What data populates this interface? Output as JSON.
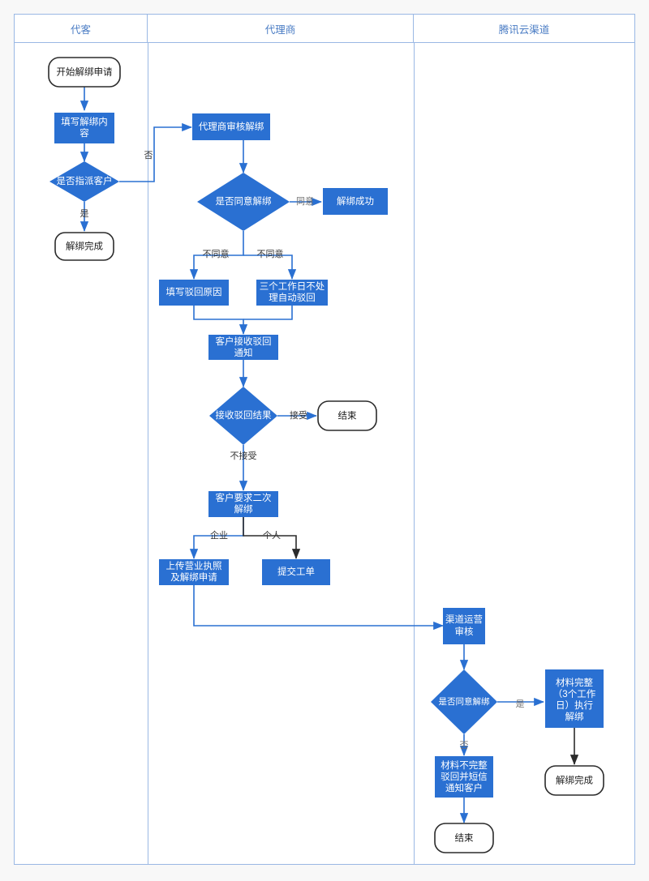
{
  "diagram": {
    "title_lanes": [
      "代客",
      "代理商",
      "腾讯云渠道"
    ],
    "colors": {
      "process_fill": "#2a70d2",
      "decision_fill": "#2a70d2",
      "terminal_stroke": "#2b2b2b",
      "terminal_fill": "#ffffff",
      "connector": "#2a70d2",
      "connector_dark": "#2b2b2b",
      "lane_border": "#9ab8e4",
      "lane_header_text": "#4a7cc4",
      "canvas": "#ffffff",
      "page_background": "#f8f8f8"
    },
    "lanes": [
      {
        "name": "lane-daike",
        "label": "代客"
      },
      {
        "name": "lane-dailishang",
        "label": "代理商"
      },
      {
        "name": "lane-tencent",
        "label": "腾讯云渠道"
      }
    ],
    "nodes": [
      {
        "id": "start",
        "lane": 0,
        "type": "terminal",
        "lines": [
          "开始解绑申请"
        ]
      },
      {
        "id": "fill_content",
        "lane": 0,
        "type": "process",
        "lines": [
          "填写解绑内",
          "容"
        ]
      },
      {
        "id": "assign_cust",
        "lane": 0,
        "type": "decision",
        "lines": [
          "是否指派客户"
        ]
      },
      {
        "id": "unbind_done_l",
        "lane": 0,
        "type": "terminal",
        "lines": [
          "解绑完成"
        ]
      },
      {
        "id": "agent_review",
        "lane": 1,
        "type": "process",
        "lines": [
          "代理商审核解绑"
        ]
      },
      {
        "id": "agree_unbind",
        "lane": 1,
        "type": "decision",
        "lines": [
          "是否同意解绑"
        ]
      },
      {
        "id": "unbind_ok",
        "lane": 1,
        "type": "process",
        "lines": [
          "解绑成功"
        ]
      },
      {
        "id": "fill_reject",
        "lane": 1,
        "type": "process",
        "lines": [
          "填写驳回原因"
        ]
      },
      {
        "id": "auto_reject",
        "lane": 1,
        "type": "process",
        "lines": [
          "三个工作日不处",
          "理自动驳回"
        ]
      },
      {
        "id": "cust_notice",
        "lane": 1,
        "type": "process",
        "lines": [
          "客户接收驳回",
          "通知"
        ]
      },
      {
        "id": "reject_result",
        "lane": 1,
        "type": "decision",
        "lines": [
          "接收驳回结果"
        ]
      },
      {
        "id": "end_mid",
        "lane": 1,
        "type": "terminal",
        "lines": [
          "结束"
        ]
      },
      {
        "id": "second_req",
        "lane": 1,
        "type": "process",
        "lines": [
          "客户要求二次",
          "解绑"
        ]
      },
      {
        "id": "upload_lic",
        "lane": 1,
        "type": "process",
        "lines": [
          "上传营业执照",
          "及解绑申请"
        ]
      },
      {
        "id": "submit_ticket",
        "lane": 1,
        "type": "process",
        "lines": [
          "提交工单"
        ]
      },
      {
        "id": "channel_rev",
        "lane": 2,
        "type": "process",
        "lines": [
          "渠道运营",
          "审核"
        ]
      },
      {
        "id": "agree_unbind2",
        "lane": 2,
        "type": "decision",
        "lines": [
          "是否同意解绑"
        ]
      },
      {
        "id": "complete_exec",
        "lane": 2,
        "type": "process",
        "lines": [
          "材料完整",
          "（3个工作",
          "日）执行",
          "解绑"
        ]
      },
      {
        "id": "incomplete",
        "lane": 2,
        "type": "process",
        "lines": [
          "材料不完整",
          "驳回并短信",
          "通知客户"
        ]
      },
      {
        "id": "unbind_done_r",
        "lane": 2,
        "type": "terminal",
        "lines": [
          "解绑完成"
        ]
      },
      {
        "id": "end_right",
        "lane": 2,
        "type": "terminal",
        "lines": [
          "结束"
        ]
      }
    ],
    "edge_labels": [
      {
        "id": "lbl_fou",
        "text": "否",
        "tone": "dark"
      },
      {
        "id": "lbl_shi",
        "text": "是",
        "tone": "dark"
      },
      {
        "id": "lbl_tongyi",
        "text": "同意",
        "tone": "gray"
      },
      {
        "id": "lbl_butongyi_1",
        "text": "不同意",
        "tone": "dark"
      },
      {
        "id": "lbl_butongyi_2",
        "text": "不同意",
        "tone": "dark"
      },
      {
        "id": "lbl_jieshou",
        "text": "接受",
        "tone": "dark"
      },
      {
        "id": "lbl_bujieshou",
        "text": "不接受",
        "tone": "dark"
      },
      {
        "id": "lbl_qiye",
        "text": "企业",
        "tone": "dark"
      },
      {
        "id": "lbl_geren",
        "text": "个人",
        "tone": "dark"
      },
      {
        "id": "lbl_shi2",
        "text": "是",
        "tone": "gray"
      },
      {
        "id": "lbl_fou2",
        "text": "否",
        "tone": "gray"
      }
    ]
  }
}
